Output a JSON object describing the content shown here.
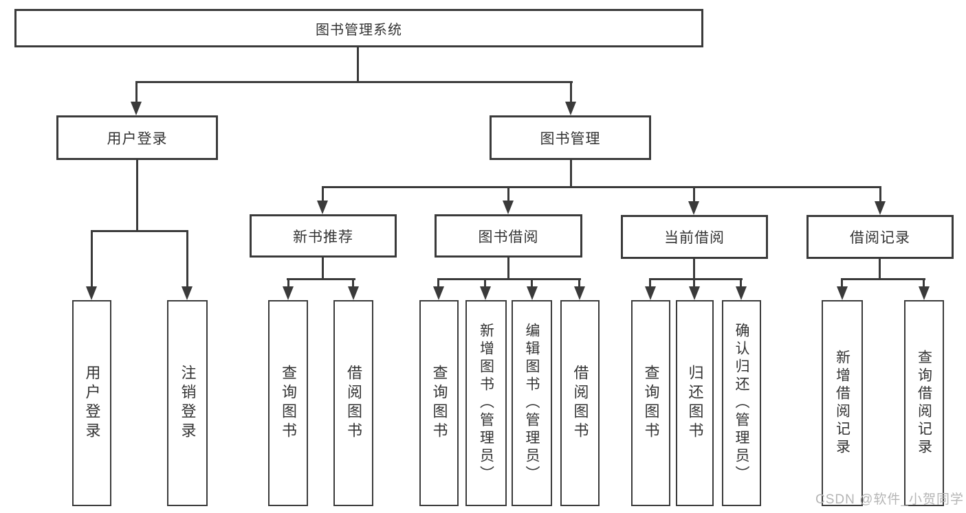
{
  "nodes": {
    "root": "图书管理系统",
    "login": "用户登录",
    "management": "图书管理",
    "recommend": "新书推荐",
    "borrow": "图书借阅",
    "current": "当前借阅",
    "records": "借阅记录",
    "leaves": {
      "login": [
        "用户登录",
        "注销登录"
      ],
      "recommend": [
        "查询图书",
        "借阅图书"
      ],
      "borrow": [
        "查询图书",
        "新增图书（管理员）",
        "编辑图书（管理员）",
        "借阅图书"
      ],
      "current": [
        "查询图书",
        "归还图书",
        "确认归还（管理员）"
      ],
      "records": [
        "新增借阅记录",
        "查询借阅记录"
      ]
    }
  },
  "watermark": "CSDN @软件_小贺同学",
  "colors": {
    "line": "#3a3a3a",
    "text": "#333333",
    "watermark": "#b5b5b5",
    "background": "#ffffff"
  }
}
